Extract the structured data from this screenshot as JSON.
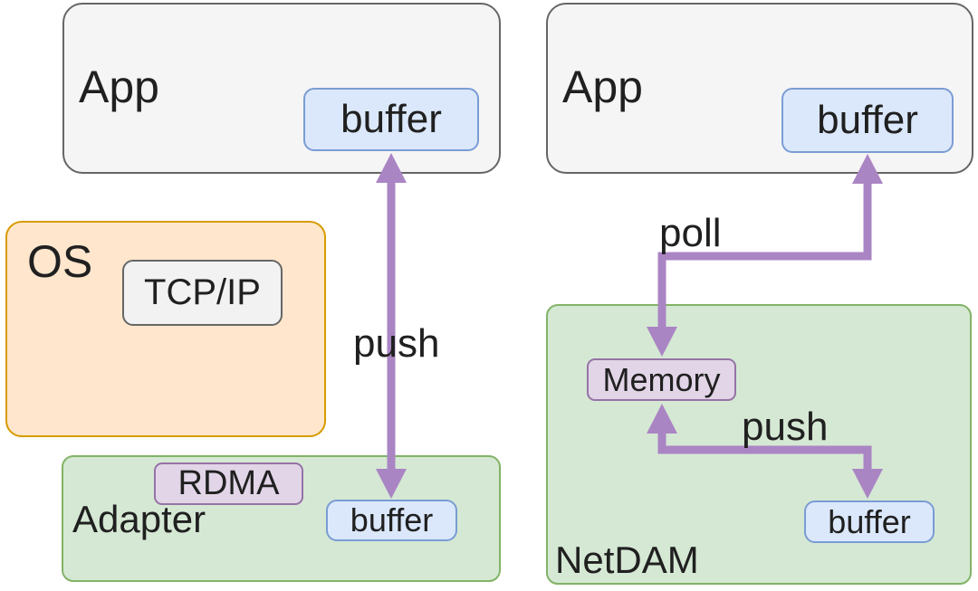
{
  "left_panel": {
    "app": {
      "label": "App",
      "buffer_label": "buffer"
    },
    "os": {
      "label": "OS",
      "tcpip_label": "TCP/IP"
    },
    "adapter": {
      "label": "Adapter",
      "rdma_label": "RDMA",
      "buffer_label": "buffer"
    },
    "arrows": {
      "push_label": "push"
    }
  },
  "right_panel": {
    "app": {
      "label": "App",
      "buffer_label": "buffer"
    },
    "netdam": {
      "label": "NetDAM",
      "memory_label": "Memory",
      "buffer_label": "buffer"
    },
    "arrows": {
      "poll_label": "poll",
      "push_label": "push"
    }
  },
  "colors": {
    "app_fill": "#f5f5f5",
    "app_border": "#666666",
    "inner_gray_fill": "#f2f2f2",
    "buffer_fill": "#dbe8fb",
    "buffer_border": "#7a9cd4",
    "os_fill": "#ffe6cc",
    "os_border": "#d79b00",
    "green_fill": "#d5e8d4",
    "green_border": "#82b366",
    "purple_fill": "#e1d5e7",
    "purple_border": "#9673a6",
    "arrow_color": "#aa85c4",
    "text_color": "#202020"
  }
}
